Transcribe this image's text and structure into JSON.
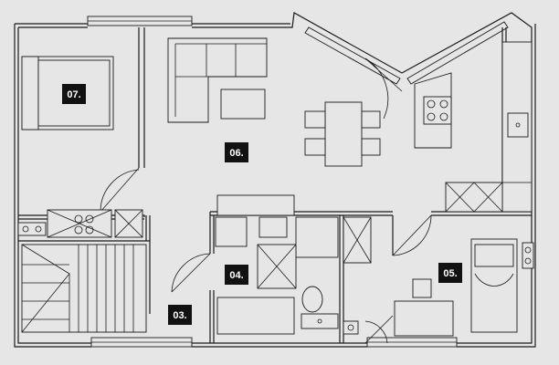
{
  "rooms": [
    {
      "id": "07",
      "label": "07."
    },
    {
      "id": "06",
      "label": "06."
    },
    {
      "id": "04",
      "label": "04."
    },
    {
      "id": "05",
      "label": "05."
    },
    {
      "id": "03",
      "label": "03."
    }
  ],
  "colors": {
    "background": "#e6e6e6",
    "line": "#1a1a1a",
    "label_bg": "#111111",
    "label_text": "#ffffff"
  }
}
